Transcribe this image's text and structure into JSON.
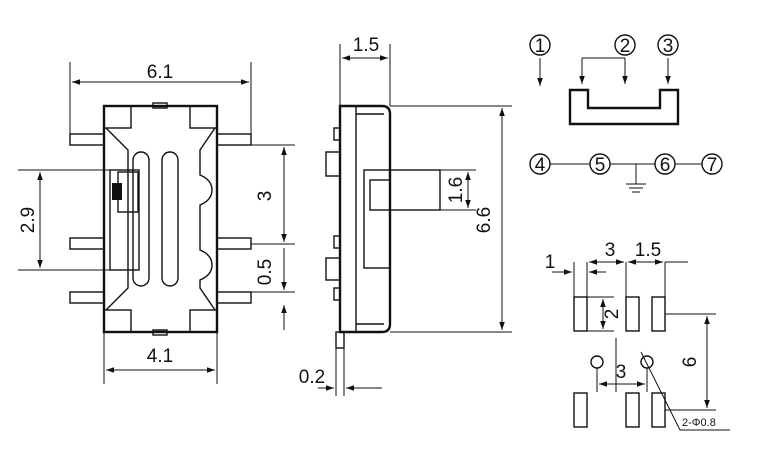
{
  "diagram": {
    "top_view": {
      "width_label": "6.1",
      "bottom_width_label": "4.1",
      "left_height_label": "2.9",
      "pin_spacing_label": "3",
      "pin_width_label": "0.5"
    },
    "side_view": {
      "top_width_label": "1.5",
      "height_label": "6.6",
      "actuator_label": "1.6",
      "bottom_thickness_label": "0.2"
    },
    "schematic": {
      "terminals": [
        "1",
        "2",
        "3",
        "4",
        "5",
        "6",
        "7"
      ]
    },
    "pcb_layout": {
      "pad_width_label": "1",
      "pitch_label": "3",
      "offset_label": "1.5",
      "pad_height_label": "2",
      "hole_spacing_label": "3",
      "row_spacing_label": "6",
      "hole_note": "2-Φ0.8"
    }
  }
}
